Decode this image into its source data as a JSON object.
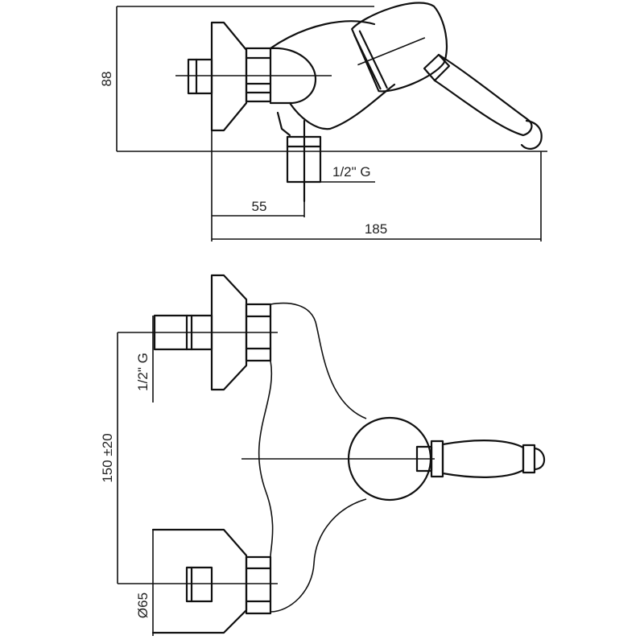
{
  "side_view": {
    "dim_height": "88",
    "dim_inlet_offset": "55",
    "dim_total_length": "185",
    "thread_label": "1/2\" G"
  },
  "front_view": {
    "thread_label": "1/2\" G",
    "dim_centers": "150 ±20",
    "dim_flange_diameter": "Ø65"
  }
}
